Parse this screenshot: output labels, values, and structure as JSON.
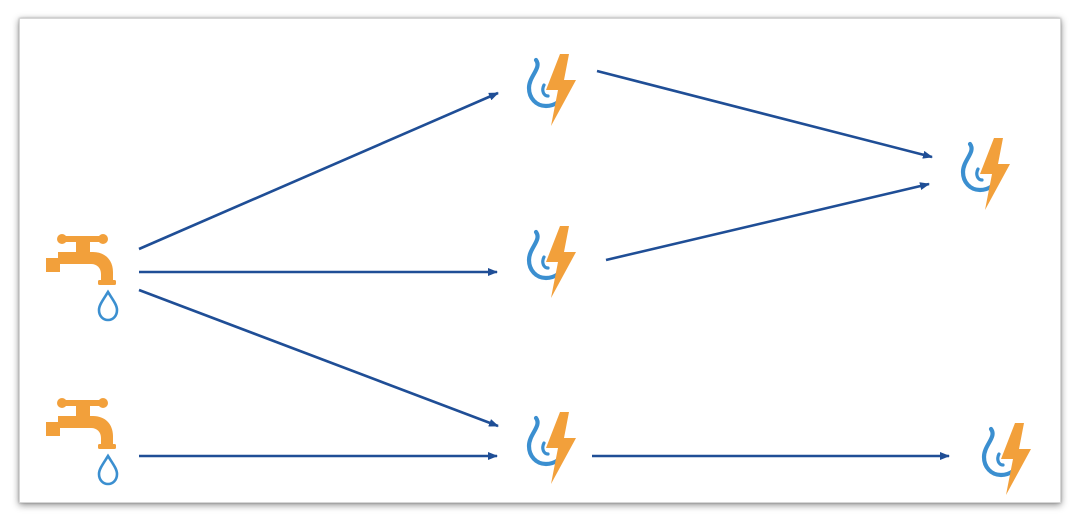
{
  "colors": {
    "arrow": "#1f4e96",
    "water": "#3b8fd0",
    "energy": "#f2a03b",
    "tap": "#f2a03b",
    "background": "#ffffff"
  },
  "nodes": [
    {
      "id": "source-1",
      "kind": "source",
      "icon": "water-tap-icon"
    },
    {
      "id": "source-2",
      "kind": "source",
      "icon": "water-tap-icon"
    },
    {
      "id": "hub-top",
      "kind": "hub",
      "icon": "water-energy-icon"
    },
    {
      "id": "hub-middle",
      "kind": "hub",
      "icon": "water-energy-icon"
    },
    {
      "id": "hub-bottom",
      "kind": "hub",
      "icon": "water-energy-icon"
    },
    {
      "id": "sink-top",
      "kind": "sink",
      "icon": "water-energy-icon"
    },
    {
      "id": "sink-bottom",
      "kind": "sink",
      "icon": "water-energy-icon"
    }
  ],
  "edges": [
    {
      "from": "source-1",
      "to": "hub-top"
    },
    {
      "from": "source-1",
      "to": "hub-middle"
    },
    {
      "from": "source-1",
      "to": "hub-bottom"
    },
    {
      "from": "source-2",
      "to": "hub-bottom"
    },
    {
      "from": "hub-top",
      "to": "sink-top"
    },
    {
      "from": "hub-middle",
      "to": "sink-top"
    },
    {
      "from": "hub-bottom",
      "to": "sink-bottom"
    }
  ]
}
